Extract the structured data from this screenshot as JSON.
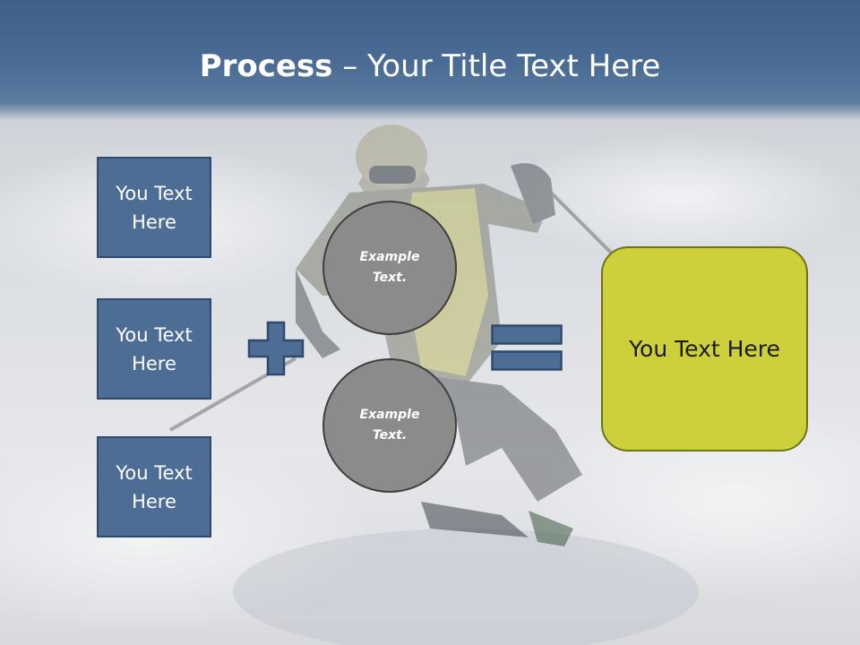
{
  "slide": {
    "title_bold": "Process",
    "title_rest": " – Your Title Text Here",
    "boxes": [
      {
        "label": "You Text Here"
      },
      {
        "label": "You Text Here"
      },
      {
        "label": "You Text Here"
      }
    ],
    "circles": [
      {
        "label": "Example Text."
      },
      {
        "label": "Example Text."
      }
    ],
    "result": {
      "label": "You Text Here"
    }
  },
  "colors": {
    "title_bar": "#4b6d95",
    "box_fill": "#4d6d94",
    "circle_fill": "#8b8b8b",
    "result_fill": "#cdd03a"
  },
  "icons": {
    "plus": "plus-icon",
    "equals": "equals-icon"
  }
}
